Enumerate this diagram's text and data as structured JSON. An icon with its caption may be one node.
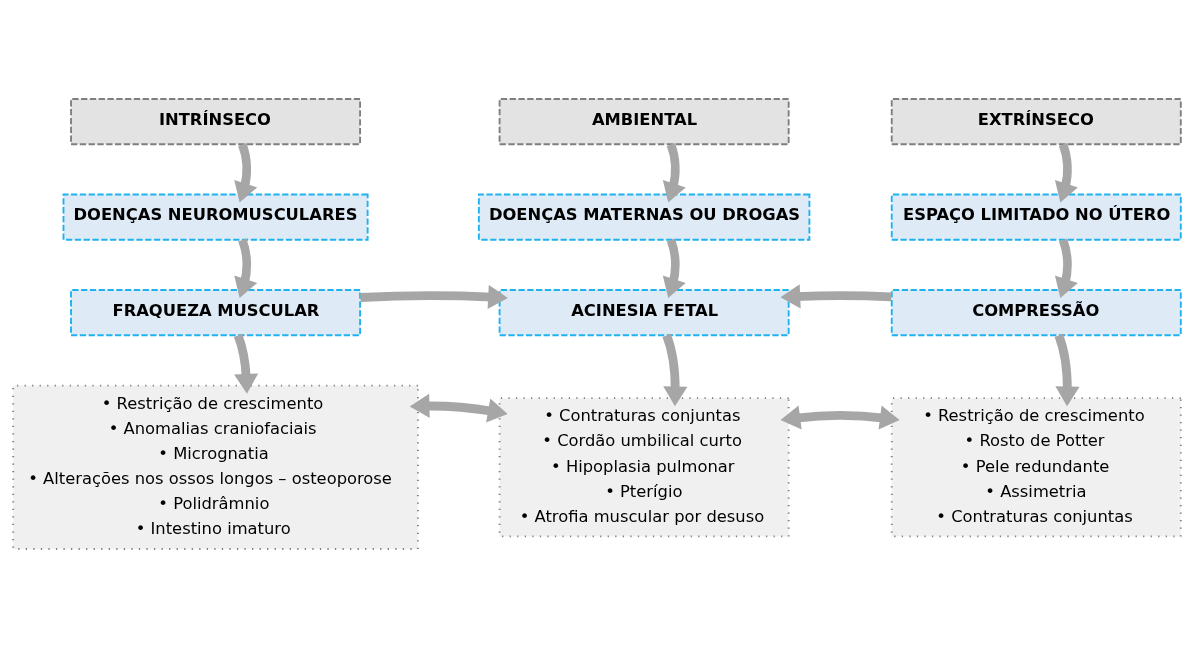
{
  "diagram": {
    "nodes": [
      {
        "text": [
          "INTRÍNSECO"
        ]
      },
      {
        "text": [
          "AMBIENTAL"
        ]
      },
      {
        "text": [
          "EXTRÍNSECO"
        ]
      },
      {
        "text": [
          "DOENÇAS NEUROMUSCULARES"
        ]
      },
      {
        "text": [
          "DOENÇAS MATERNAS OU DROGAS"
        ]
      },
      {
        "text": [
          "ESPAÇO LIMITADO NO ÚTERO"
        ]
      },
      {
        "text": [
          "FRAQUEZA MUSCULAR"
        ]
      },
      {
        "text": [
          "ACINESIA FETAL"
        ]
      },
      {
        "text": [
          "COMPRESSÃO"
        ]
      },
      {
        "text": [
          "• Restrição de crescimento",
          "• Anomalias craniofaciais",
          "• Micrognatia",
          "• Alterações nos ossos longos – osteoporose",
          "• Polidrâmnio",
          "• Intestino imaturo"
        ]
      },
      {
        "text": [
          "• Contraturas conjuntas",
          "• Cordão umbilical curto",
          "• Hipoplasia pulmonar",
          "• Pterígio",
          "• Atrofia muscular por desuso"
        ]
      },
      {
        "text": [
          "• Restrição de crescimento",
          "• Rosto de Potter",
          "• Pele redundante",
          "• Assimetria",
          "• Contraturas conjuntas"
        ]
      }
    ],
    "edges": [
      {
        "from": 0,
        "to": 3,
        "arrow": "to"
      },
      {
        "from": 3,
        "to": 6,
        "arrow": "to"
      },
      {
        "from": 6,
        "to": 9,
        "arrow": "to"
      },
      {
        "from": 1,
        "to": 4,
        "arrow": "to"
      },
      {
        "from": 4,
        "to": 7,
        "arrow": "to"
      },
      {
        "from": 7,
        "to": 10,
        "arrow": "to"
      },
      {
        "from": 2,
        "to": 5,
        "arrow": "to"
      },
      {
        "from": 5,
        "to": 8,
        "arrow": "to"
      },
      {
        "from": 8,
        "to": 11,
        "arrow": "to"
      },
      {
        "from": 6,
        "to": 7,
        "arrow": "to"
      },
      {
        "from": 8,
        "to": 7,
        "arrow": "to"
      },
      {
        "from": 9,
        "to": 10,
        "arrow": "both"
      },
      {
        "from": 10,
        "to": 11,
        "arrow": "both"
      }
    ]
  }
}
